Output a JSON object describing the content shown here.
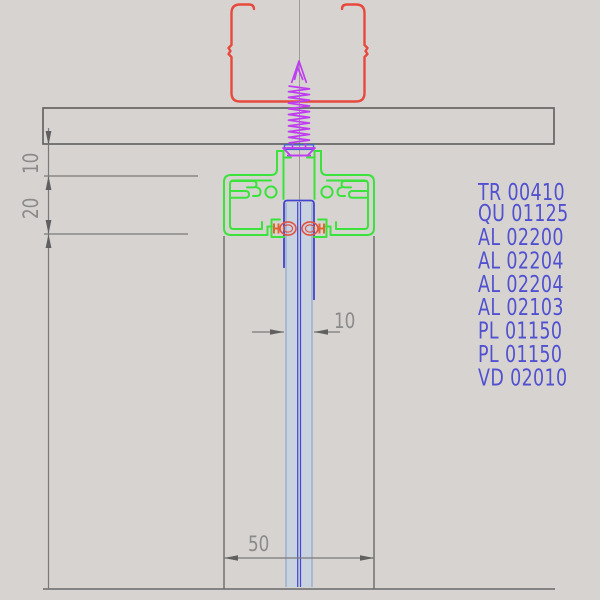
{
  "parts_list": {
    "items": [
      "TR 00410",
      "QU 01125",
      "AL 02200",
      "AL 02204",
      "AL 02204",
      "AL 02103",
      "PL 01150",
      "PL 01150",
      "VD 02010"
    ]
  },
  "dimensions": {
    "suspension_gap": "10",
    "profile_height": "20",
    "glass_thickness": "10",
    "profile_width": "50"
  },
  "colors": {
    "background": "#d6d3d1",
    "ceiling_channel_red": "#e8493d",
    "screw_magenta": "#bf3df0",
    "profile_green": "#3ce23c",
    "glazing_blue": "#4145cf",
    "glass_fill": "#c9d3e0",
    "gasket_red": "#e35340",
    "line_gray": "#6a6a6a",
    "dim_gray": "#8a8a8a",
    "label_blue": "#5050d0"
  }
}
